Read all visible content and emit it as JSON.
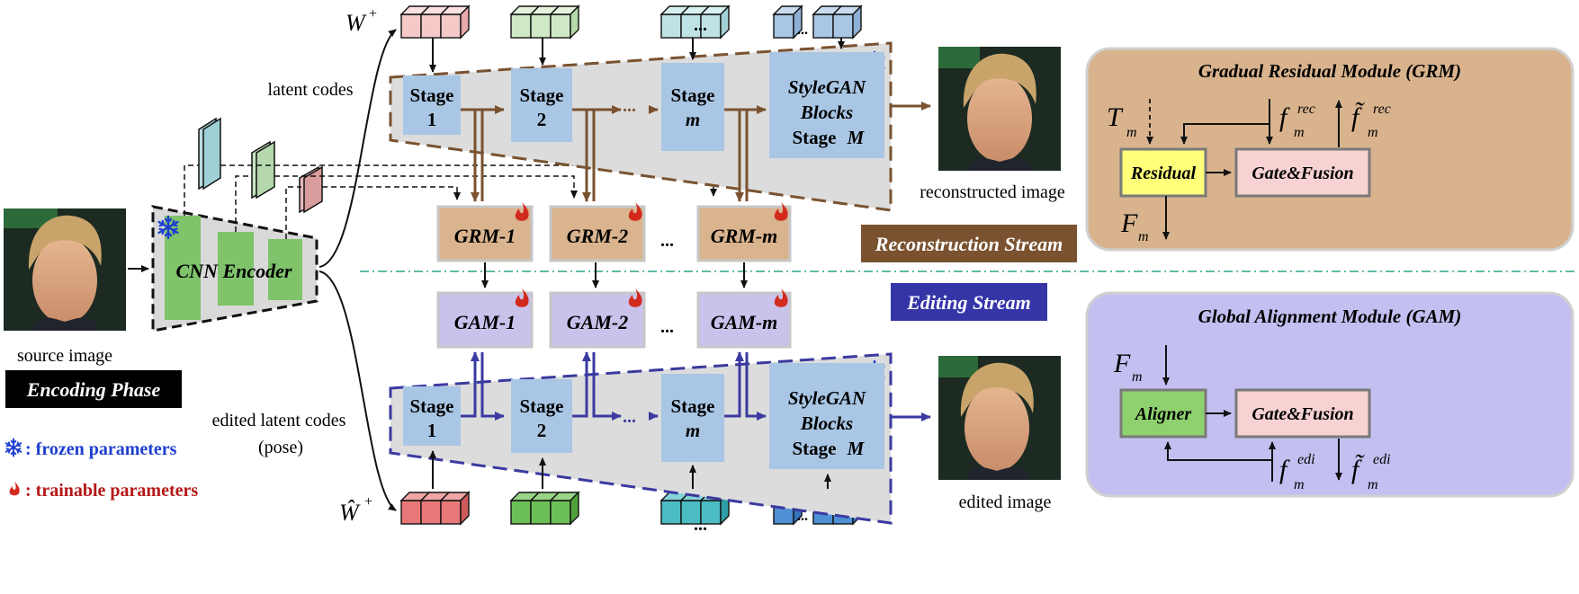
{
  "labels": {
    "w_plus": "W",
    "w_plus_sup": "+",
    "w_hat_plus": "Ŵ",
    "w_hat_plus_sup": "+",
    "latent_codes": "latent codes",
    "edited_latent_codes": "edited latent codes",
    "pose": "(pose)",
    "source_image": "source image",
    "reconstructed_image": "reconstructed image",
    "edited_image": "edited image",
    "encoding_phase": "Encoding Phase",
    "cnn_encoder": "CNN Encoder",
    "reconstruction_stream": "Reconstruction Stream",
    "editing_stream": "Editing Stream",
    "ellipsis": "..."
  },
  "legend": {
    "frozen": ": frozen parameters",
    "trainable": ": trainable parameters"
  },
  "stages": {
    "stage_word": "Stage",
    "stage1": "1",
    "stage2": "2",
    "stagem": "m",
    "stylegan_line1": "StyleGAN",
    "stylegan_line2": "Blocks",
    "stylegan_line3": "Stage",
    "stylegan_M": "M",
    "dots": "..."
  },
  "modules": {
    "grm": [
      "GRM-1",
      "GRM-2",
      "GRM-m"
    ],
    "gam": [
      "GAM-1",
      "GAM-2",
      "GAM-m"
    ],
    "dots": "..."
  },
  "grm_panel": {
    "title": "Gradual Residual Module (GRM)",
    "T": "T",
    "T_sub": "m",
    "F": "F",
    "F_sub": "m",
    "f_rec": "f",
    "f_rec_sub": "m",
    "f_rec_sup": "rec",
    "ft_rec": "f̃",
    "ft_rec_sub": "m",
    "ft_rec_sup": "rec",
    "residual": "Residual",
    "gate_fusion": "Gate&Fusion"
  },
  "gam_panel": {
    "title": "Global Alignment Module (GAM)",
    "F": "F",
    "F_sub": "m",
    "aligner": "Aligner",
    "gate_fusion": "Gate&Fusion",
    "f_edi": "f",
    "f_edi_sub": "m",
    "f_edi_sup": "edi",
    "ft_edi": "f̃",
    "ft_edi_sub": "m",
    "ft_edi_sup": "edi"
  },
  "colors": {
    "brown": "#7a5230",
    "blue_arrow": "#3a3aa0",
    "stage_blue": "#a9c6e4",
    "grm_fill": "#d9b48f",
    "gam_fill": "#c9c3ec",
    "grm_panel": "#d8b38e",
    "gam_panel": "#c3bff0",
    "encoder_green": "#7fc36b",
    "frozen_blue": "#1f3fd0",
    "trainable_red": "#c62020"
  }
}
